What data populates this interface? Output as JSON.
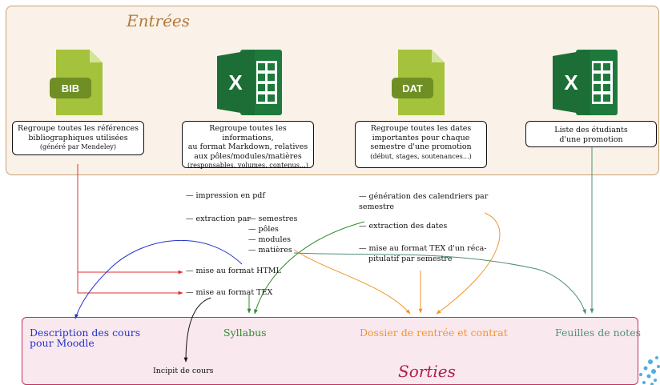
{
  "inputs": {
    "title": "Entrées",
    "bib": {
      "badge": "BIB",
      "line1": "Regroupe toutes les références",
      "line2": "bibliographiques utilisées",
      "line3": "(généré par Mendeley)"
    },
    "xls": {
      "badge": "X",
      "line1": "Regroupe toutes les informations,",
      "line2": "au format Markdown, relatives",
      "line3": "aux pôles/modules/matières",
      "line4": "(responsables, volumes, contenus...)"
    },
    "dat": {
      "badge": "DAT",
      "line1": "Regroupe toutes les dates",
      "line2": "importantes pour chaque",
      "line3": "semestre d'une promotion",
      "line4": "(début, stages, soutenances...)"
    },
    "students": {
      "badge": "X",
      "line1": "Liste des étudiants",
      "line2": "d'une promotion"
    }
  },
  "processes": {
    "pdf": "— impression en pdf",
    "extract_by": "— extraction par",
    "semesters": "— semestres",
    "poles": "— pôles",
    "modules": "— modules",
    "matieres": "— matières",
    "html": "— mise au format HTML",
    "tex": "— mise au format TEX",
    "calendars_1": "— génération des calendriers par",
    "calendars_2": "semestre",
    "dates": "— extraction des dates",
    "recap_1": "— mise au format TEX d'un réca-",
    "recap_2": "pitulatif par semestre"
  },
  "outputs": {
    "title": "Sorties",
    "moodle_1": "Description des cours",
    "moodle_2": "pour Moodle",
    "syllabus": "Syllabus",
    "dossier": "Dossier de rentrée et contrat",
    "notes": "Feuilles de notes",
    "incipit": "Incipit de cours"
  },
  "colors": {
    "red": "#e03030",
    "green": "#2e8b2e",
    "orange": "#f0962a",
    "teal": "#4f8f78",
    "blue": "#2233cc",
    "icon_green": "#a4c23c",
    "excel_green": "#1e7a3c"
  }
}
